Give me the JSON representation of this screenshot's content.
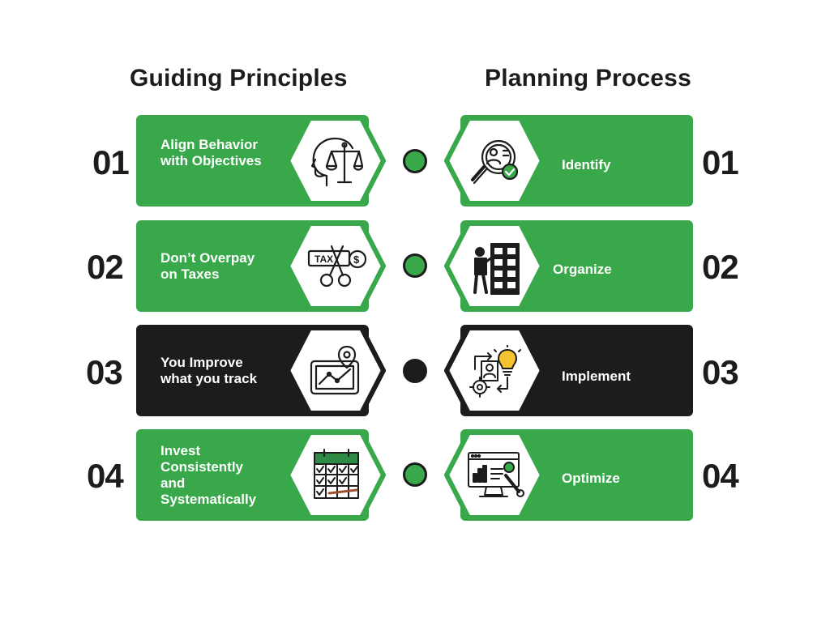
{
  "left_column": {
    "title": "Guiding Principles",
    "items": [
      {
        "number": "01",
        "lines": [
          "Align Behavior",
          "with Objectives"
        ],
        "icon": "mind-balance-icon",
        "color": "#38a84b"
      },
      {
        "number": "02",
        "lines": [
          "Don’t Overpay",
          "on Taxes"
        ],
        "icon": "tax-scissors-icon",
        "color": "#38a84b"
      },
      {
        "number": "03",
        "lines": [
          "You Improve",
          "what you track"
        ],
        "icon": "tablet-chart-location-icon",
        "color": "#1c1c1c"
      },
      {
        "number": "04",
        "lines": [
          "Invest",
          "Consistently",
          "and",
          "Systematically"
        ],
        "icon": "calendar-checklist-icon",
        "color": "#38a84b"
      }
    ]
  },
  "right_column": {
    "title": "Planning Process",
    "items": [
      {
        "number": "01",
        "label": "Identify",
        "icon": "magnify-profile-icon",
        "color": "#38a84b"
      },
      {
        "number": "02",
        "label": "Organize",
        "icon": "person-shelves-icon",
        "color": "#38a84b"
      },
      {
        "number": "03",
        "label": "Implement",
        "icon": "idea-process-icon",
        "color": "#1c1c1c"
      },
      {
        "number": "04",
        "label": "Optimize",
        "icon": "monitor-wrench-icon",
        "color": "#38a84b"
      }
    ]
  },
  "connector_dots": [
    "#38a84b",
    "#38a84b",
    "#1c1c1c",
    "#38a84b"
  ],
  "colors": {
    "green": "#38a84b",
    "dark": "#1c1c1c",
    "text": "#1c1c1c",
    "white": "#ffffff"
  }
}
